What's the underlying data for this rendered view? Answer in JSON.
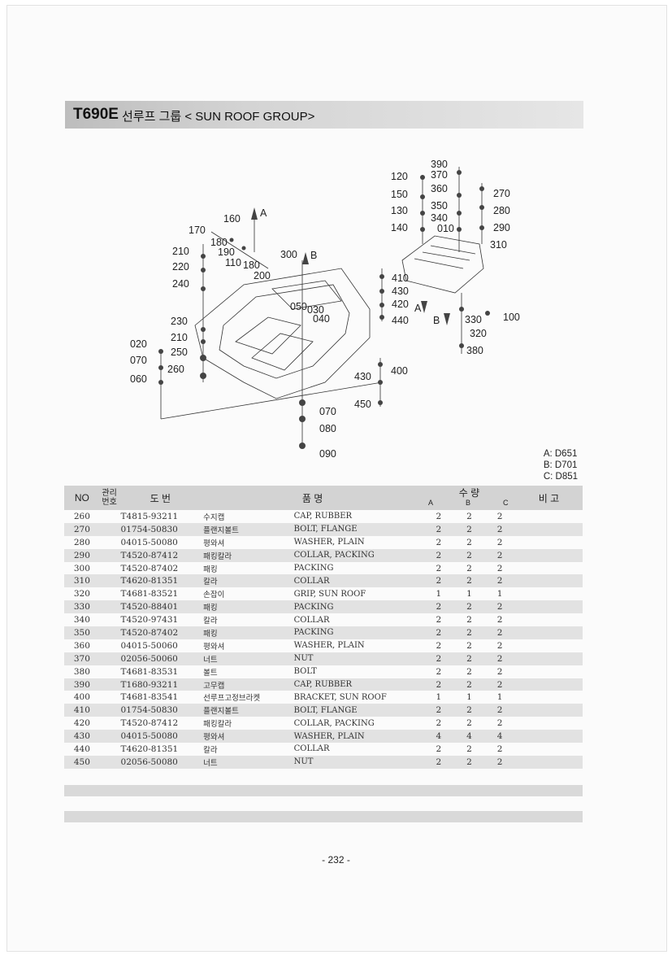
{
  "header": {
    "model": "T690E",
    "title": "선루프 그룹 < SUN ROOF GROUP>"
  },
  "diagram_labels": {
    "p390": "390",
    "p370": "370",
    "p120": "120",
    "p360": "360",
    "p150": "150",
    "p350": "350",
    "p130": "130",
    "p340": "340",
    "p140": "140",
    "p010": "010",
    "p270": "270",
    "p280": "280",
    "p290": "290",
    "p310": "310",
    "p160": "160",
    "pA": "A",
    "p170": "170",
    "p180a": "180",
    "p210a": "210",
    "p190": "190",
    "p110": "110",
    "p180b": "180",
    "p300": "300",
    "pB": "B",
    "p220": "220",
    "p200": "200",
    "p240": "240",
    "p410": "410",
    "p430a": "430",
    "p420": "420",
    "pA2": "A",
    "p440": "440",
    "pB2": "B",
    "p330": "330",
    "p100": "100",
    "p320": "320",
    "p380": "380",
    "p050": "050",
    "p030": "030",
    "p040": "040",
    "p230": "230",
    "p210b": "210",
    "p020": "020",
    "p250": "250",
    "p070a": "070",
    "p260": "260",
    "p060": "060",
    "p430b": "430",
    "p400": "400",
    "p450": "450",
    "p070b": "070",
    "p080": "080",
    "p090": "090"
  },
  "legend": [
    "A: D651",
    "B: D701",
    "C: D851"
  ],
  "table": {
    "headers": {
      "no": "NO",
      "mgmt": "관리\n번호",
      "drawing": "도 번",
      "name": "품 명",
      "qty": "수 량",
      "qty_a": "A",
      "qty_b": "B",
      "qty_c": "C",
      "remark": "비 고"
    },
    "rows": [
      {
        "no": "260",
        "part": "T4815-93211",
        "kr": "수지캡",
        "en": "CAP, RUBBER",
        "a": "2",
        "b": "2",
        "c": "2"
      },
      {
        "no": "270",
        "part": "01754-50830",
        "kr": "플랜지볼트",
        "en": "BOLT, FLANGE",
        "a": "2",
        "b": "2",
        "c": "2"
      },
      {
        "no": "280",
        "part": "04015-50080",
        "kr": "평와셔",
        "en": "WASHER, PLAIN",
        "a": "2",
        "b": "2",
        "c": "2"
      },
      {
        "no": "290",
        "part": "T4520-87412",
        "kr": "패킹칼라",
        "en": "COLLAR, PACKING",
        "a": "2",
        "b": "2",
        "c": "2"
      },
      {
        "no": "300",
        "part": "T4520-87402",
        "kr": "패킹",
        "en": "PACKING",
        "a": "2",
        "b": "2",
        "c": "2"
      },
      {
        "no": "310",
        "part": "T4620-81351",
        "kr": "칼라",
        "en": "COLLAR",
        "a": "2",
        "b": "2",
        "c": "2"
      },
      {
        "no": "320",
        "part": "T4681-83521",
        "kr": "손잡이",
        "en": "GRIP, SUN ROOF",
        "a": "1",
        "b": "1",
        "c": "1"
      },
      {
        "no": "330",
        "part": "T4520-88401",
        "kr": "패킹",
        "en": "PACKING",
        "a": "2",
        "b": "2",
        "c": "2"
      },
      {
        "no": "340",
        "part": "T4520-97431",
        "kr": "칼라",
        "en": "COLLAR",
        "a": "2",
        "b": "2",
        "c": "2"
      },
      {
        "no": "350",
        "part": "T4520-87402",
        "kr": "패킹",
        "en": "PACKING",
        "a": "2",
        "b": "2",
        "c": "2"
      },
      {
        "no": "360",
        "part": "04015-50060",
        "kr": "평와셔",
        "en": "WASHER, PLAIN",
        "a": "2",
        "b": "2",
        "c": "2"
      },
      {
        "no": "370",
        "part": "02056-50060",
        "kr": "너트",
        "en": "NUT",
        "a": "2",
        "b": "2",
        "c": "2"
      },
      {
        "no": "380",
        "part": "T4681-83531",
        "kr": "볼트",
        "en": "BOLT",
        "a": "2",
        "b": "2",
        "c": "2"
      },
      {
        "no": "390",
        "part": "T1680-93211",
        "kr": "고무캡",
        "en": "CAP, RUBBER",
        "a": "2",
        "b": "2",
        "c": "2"
      },
      {
        "no": "400",
        "part": "T4681-83541",
        "kr": "선루프고정브라켓",
        "en": "BRACKET, SUN ROOF",
        "a": "1",
        "b": "1",
        "c": "1"
      },
      {
        "no": "410",
        "part": "01754-50830",
        "kr": "플랜지볼트",
        "en": "BOLT, FLANGE",
        "a": "2",
        "b": "2",
        "c": "2"
      },
      {
        "no": "420",
        "part": "T4520-87412",
        "kr": "패킹칼라",
        "en": "COLLAR, PACKING",
        "a": "2",
        "b": "2",
        "c": "2"
      },
      {
        "no": "430",
        "part": "04015-50080",
        "kr": "평와셔",
        "en": "WASHER, PLAIN",
        "a": "4",
        "b": "4",
        "c": "4"
      },
      {
        "no": "440",
        "part": "T4620-81351",
        "kr": "칼라",
        "en": "COLLAR",
        "a": "2",
        "b": "2",
        "c": "2"
      },
      {
        "no": "450",
        "part": "02056-50080",
        "kr": "너트",
        "en": "NUT",
        "a": "2",
        "b": "2",
        "c": "2"
      }
    ]
  },
  "page_number": "- 232 -"
}
